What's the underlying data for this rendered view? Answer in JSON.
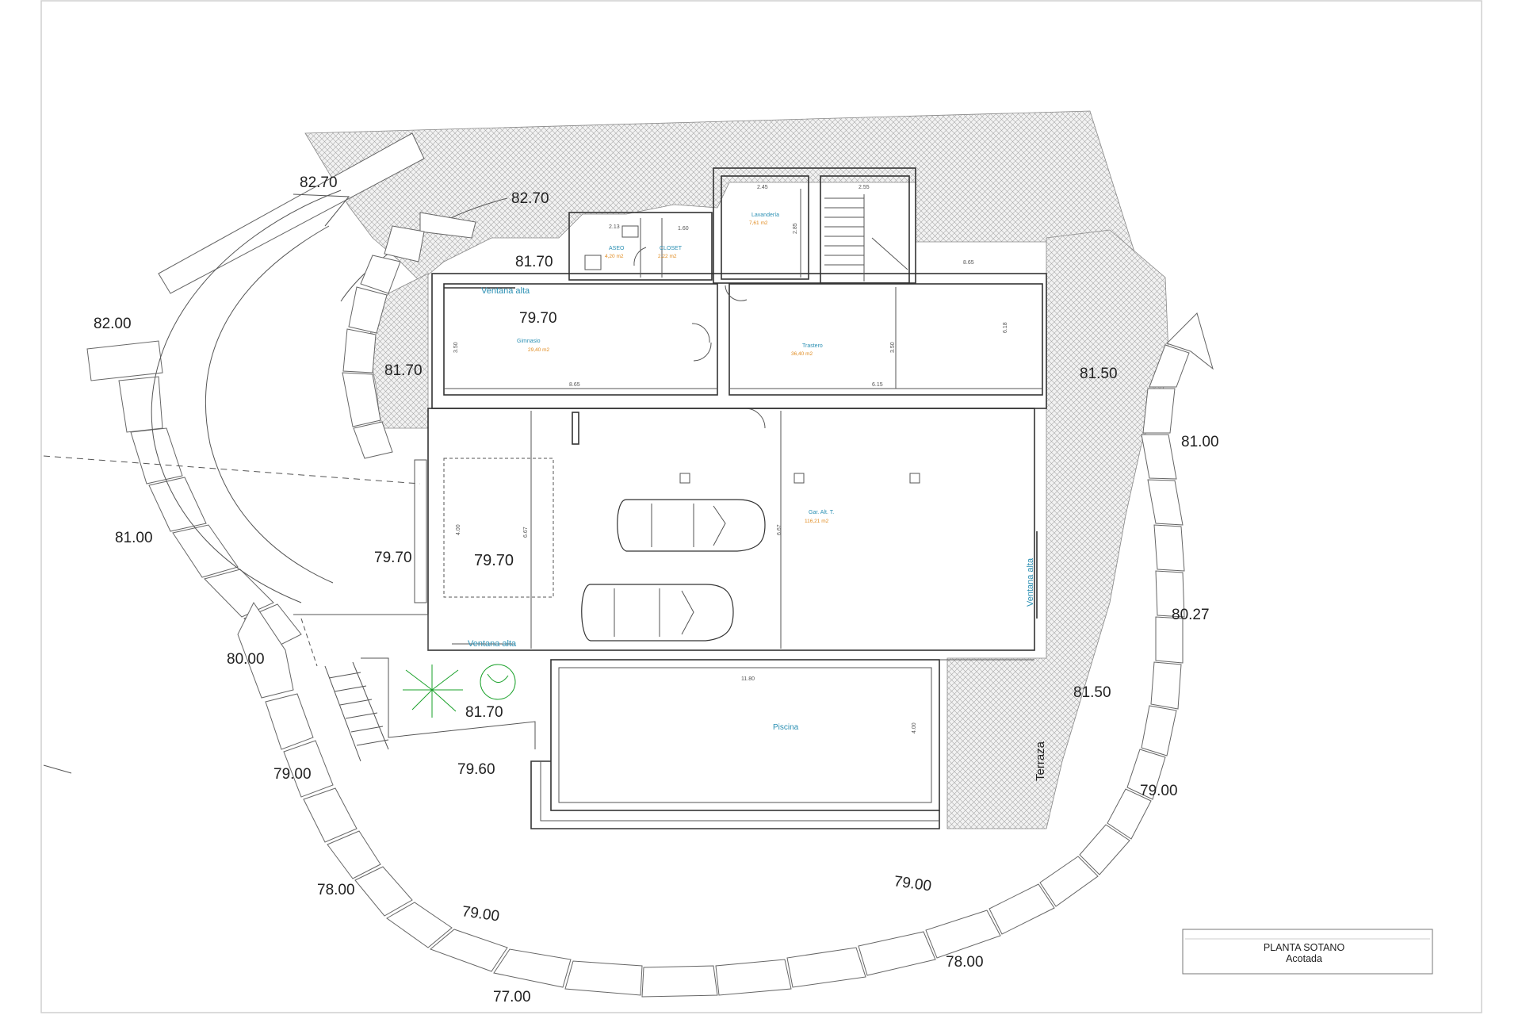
{
  "title_block": {
    "title": "PLANTA SOTANO",
    "subtitle": "Acotada"
  },
  "elevations": [
    {
      "id": "e1",
      "label": "82.70"
    },
    {
      "id": "e2",
      "label": "82.70"
    },
    {
      "id": "e3",
      "label": "81.70"
    },
    {
      "id": "e4",
      "label": "82.00"
    },
    {
      "id": "e5",
      "label": "79.70"
    },
    {
      "id": "e6",
      "label": "81.70"
    },
    {
      "id": "e7",
      "label": "81.50"
    },
    {
      "id": "e8",
      "label": "81.00"
    },
    {
      "id": "e9",
      "label": "81.00"
    },
    {
      "id": "e10",
      "label": "79.70"
    },
    {
      "id": "e11",
      "label": "79.70"
    },
    {
      "id": "e12",
      "label": "80.27"
    },
    {
      "id": "e13",
      "label": "80.00"
    },
    {
      "id": "e14",
      "label": "81.70"
    },
    {
      "id": "e15",
      "label": "81.50"
    },
    {
      "id": "e16",
      "label": "79.00"
    },
    {
      "id": "e17",
      "label": "79.60"
    },
    {
      "id": "e18",
      "label": "79.00"
    },
    {
      "id": "e19",
      "label": "78.00"
    },
    {
      "id": "e20",
      "label": "79.00"
    },
    {
      "id": "e21",
      "label": "79.00"
    },
    {
      "id": "e22",
      "label": "78.00"
    },
    {
      "id": "e23",
      "label": "77.00"
    }
  ],
  "labels": {
    "ventana_alta_1": "Ventana alta",
    "ventana_alta_2": "Ventana alta",
    "ventana_alta_3": "Ventana alta",
    "terraza": "Terraza",
    "piscina": "Piscina",
    "gimnasio": "Gimnasio",
    "gimnasio_area": "29,40 m2",
    "lavanderia": "Lavandería",
    "lavanderia_area": "7,61 m2",
    "trastero": "Trastero",
    "trastero_area": "36,40 m2",
    "aseo": "ASEO",
    "aseo_area": "4,20 m2",
    "closet": "CLOSET",
    "closet_area": "2,22 m2",
    "garage": "Gar. Alt. T.",
    "garage_area": "116,21 m2"
  },
  "dimensions": {
    "d_245": "2.45",
    "d_255": "2.55",
    "d_213": "2.13",
    "d_160": "1.60",
    "d_865_top": "8.65",
    "d_865_bot": "8.65",
    "d_615": "6.15",
    "d_350a": "3.50",
    "d_350b": "3.50",
    "d_618": "6.18",
    "d_285": "2.85",
    "d_400": "4.00",
    "d_667a": "6.67",
    "d_667b": "6.67",
    "d_1180": "11.80",
    "d_400b": "4.00"
  }
}
